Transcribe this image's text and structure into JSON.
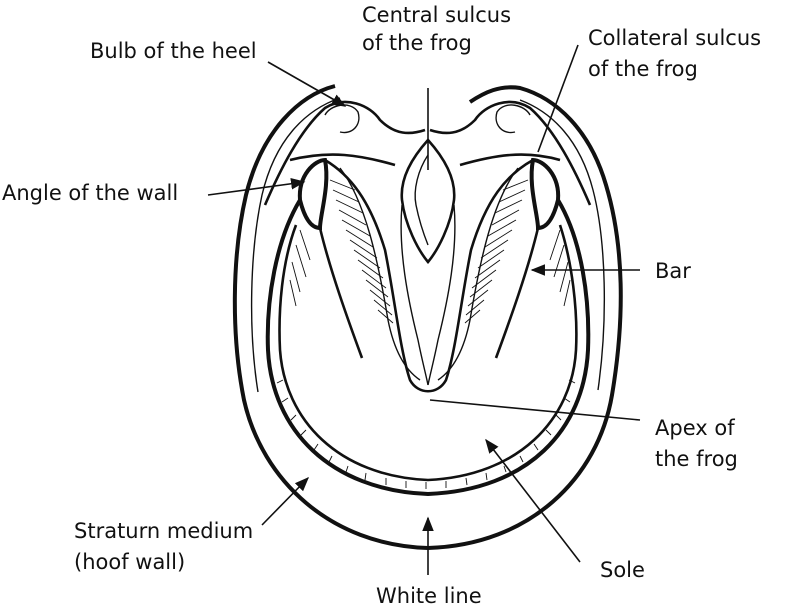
{
  "labels": {
    "central_sulcus": [
      "Central sulcus",
      "of the frog"
    ],
    "bulb_of_heel": [
      "Bulb of the heel"
    ],
    "collateral_sulcus": [
      "Collateral sulcus",
      "of the frog"
    ],
    "angle_of_wall": [
      "Angle of the wall"
    ],
    "bar": [
      "Bar"
    ],
    "apex_of_frog": [
      "Apex of",
      "the frog"
    ],
    "stratum_medium": [
      "Straturn medium",
      "(hoof wall)"
    ],
    "sole": [
      "Sole"
    ],
    "white_line": [
      "White line"
    ]
  },
  "colors": {
    "ink": "#111111",
    "paper": "#ffffff"
  }
}
